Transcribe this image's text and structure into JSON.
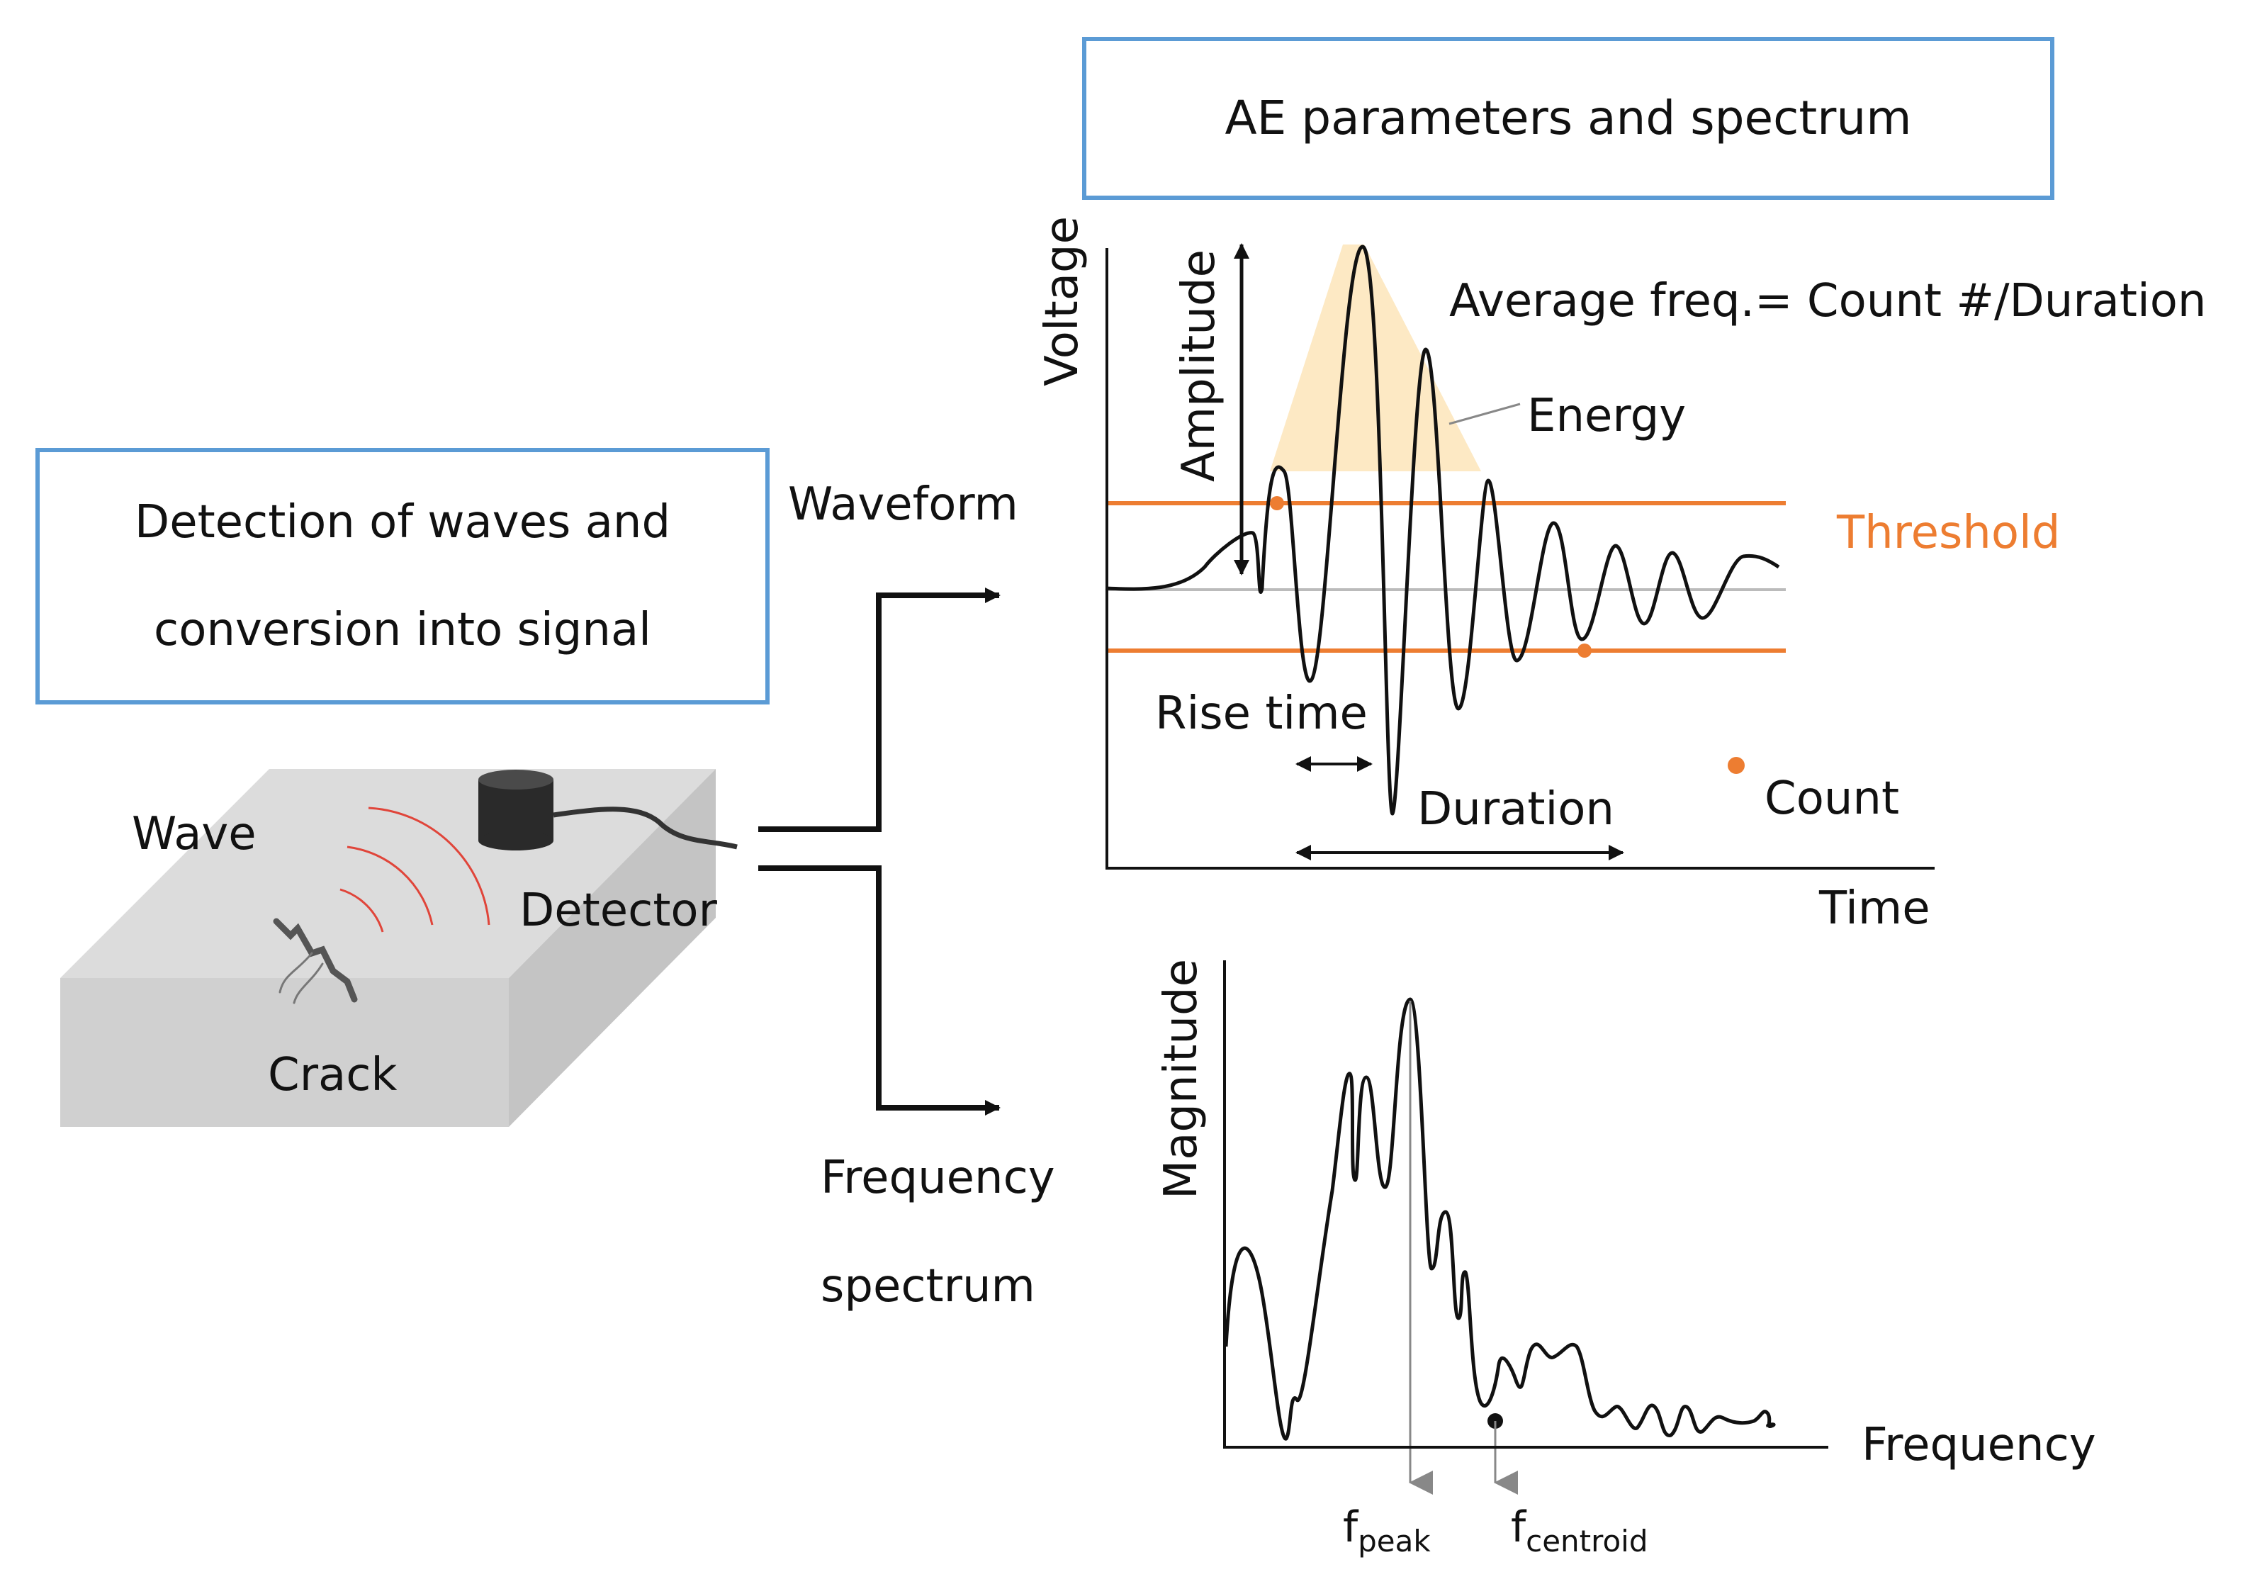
{
  "detect_box": {
    "line1": "Detection of waves and",
    "line2": "conversion into signal"
  },
  "ae_box": {
    "title": "AE parameters and spectrum"
  },
  "specimen": {
    "wave_label": "Wave",
    "detector_label": "Detector",
    "crack_label": "Crack"
  },
  "branches": {
    "waveform_label": "Waveform",
    "spectrum_line1": "Frequency",
    "spectrum_line2": "spectrum"
  },
  "waveform_plot": {
    "y_label": "Voltage",
    "x_label": "Time",
    "amplitude_label": "Amplitude",
    "avg_freq_label": "Average freq.= Count #/Duration",
    "energy_label": "Energy",
    "threshold_label": "Threshold",
    "rise_time_label": "Rise time",
    "duration_label": "Duration",
    "count_label": "Count"
  },
  "spectrum_plot": {
    "y_label": "Magnitude",
    "x_label": "Frequency",
    "fpeak_main": "f",
    "fpeak_sub": "peak",
    "fcentroid_main": "f",
    "fcentroid_sub": "centroid"
  },
  "colors": {
    "box_border": "#5b9bd5",
    "threshold": "#ed7d31",
    "energy_fill": "#fde9c4",
    "wave_arc": "#e0453a"
  }
}
